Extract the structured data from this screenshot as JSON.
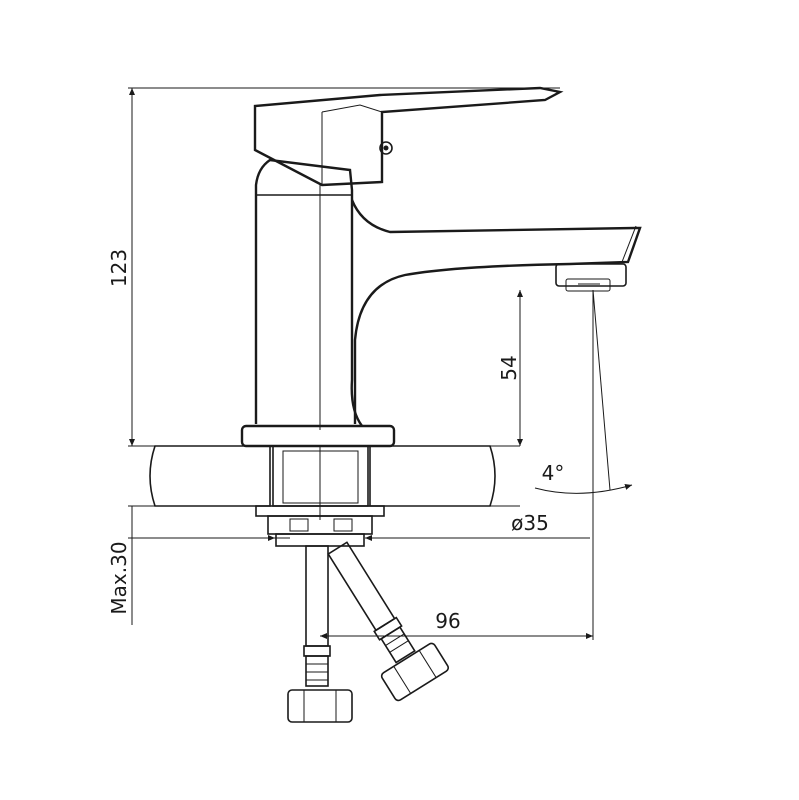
{
  "drawing": {
    "dimensions": {
      "total_height": "123",
      "spout_height": "54",
      "spout_angle": "4°",
      "hole_diameter": "ø35",
      "max_thickness": "Max.30",
      "spout_reach": "96"
    },
    "colors": {
      "line": "#1a1a1a",
      "background": "#ffffff"
    }
  }
}
